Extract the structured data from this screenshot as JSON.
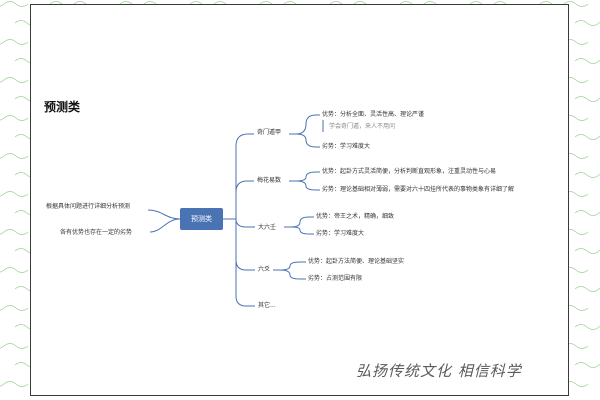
{
  "title": "预测类",
  "center_label": "预测类",
  "left_notes": [
    "根据具体问题进行详细分析预测",
    "各有优势也存在一定的劣势"
  ],
  "branches": [
    {
      "label": "奇门遁甲",
      "children": [
        {
          "text": "优势：分析全面、灵活性高、理论严谨",
          "sub": "学会奇门遁，来人不用问"
        },
        {
          "text": "劣势：学习难度大"
        }
      ]
    },
    {
      "label": "梅花易数",
      "children": [
        {
          "text": "优势：起卦方式灵活简便，分析判断直观形象，注重灵动性与心易"
        },
        {
          "text": "劣势：理论基础相对薄弱，需要对六十四挂所代表的事物类象有详细了解"
        }
      ]
    },
    {
      "label": "大六壬",
      "children": [
        {
          "text": "优势：帝王之术，精确，细致"
        },
        {
          "text": "劣势：学习难度大"
        }
      ]
    },
    {
      "label": "六爻",
      "children": [
        {
          "text": "优势：起卦方法简便、理论基础坚实"
        },
        {
          "text": "劣势：占测范围有限"
        }
      ]
    },
    {
      "label": "其它...",
      "children": []
    }
  ],
  "slogan": "弘扬传统文化 相信科学",
  "colors": {
    "center": "#4a73b3",
    "connector": "#4a73b3",
    "background_pattern": "#7cc470"
  }
}
